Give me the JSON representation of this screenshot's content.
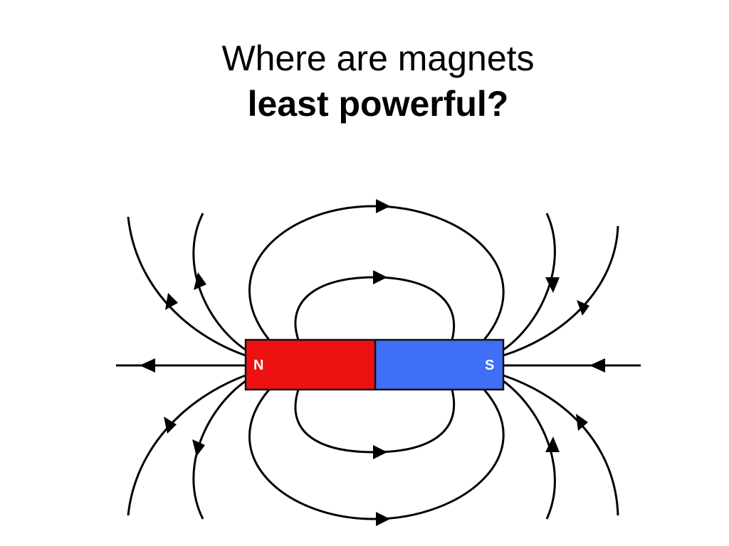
{
  "slide": {
    "title_line_1": "Where are magnets",
    "title_line_2": "least powerful?"
  },
  "magnet": {
    "north_label": "N",
    "south_label": "S",
    "north_color": "#ee1111",
    "south_color": "#3f6ff5",
    "outline_color": "#111111"
  },
  "field_lines": {
    "color": "#000000",
    "arrow_direction": "north-to-south"
  }
}
